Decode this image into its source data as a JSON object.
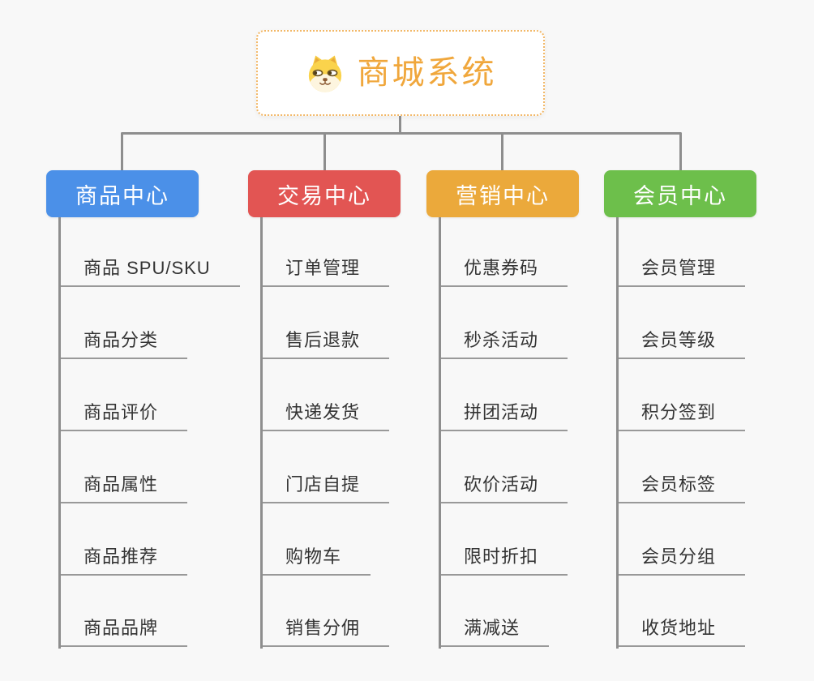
{
  "canvas": {
    "background": "#f8f8f8",
    "connector_color": "#8e8e8e",
    "leaf_underline_color": "#999999",
    "leaf_text_color": "#333333"
  },
  "root": {
    "title": "商城系统",
    "icon": "dog-face-icon",
    "title_color": "#f0a73c",
    "border_color": "#f2b766",
    "background": "#ffffff"
  },
  "branches": [
    {
      "label": "商品中心",
      "color": "#4b90e8",
      "items": [
        "商品 SPU/SKU",
        "商品分类",
        "商品评价",
        "商品属性",
        "商品推荐",
        "商品品牌"
      ]
    },
    {
      "label": "交易中心",
      "color": "#e25553",
      "items": [
        "订单管理",
        "售后退款",
        "快递发货",
        "门店自提",
        "购物车",
        "销售分佣"
      ]
    },
    {
      "label": "营销中心",
      "color": "#eba93b",
      "items": [
        "优惠券码",
        "秒杀活动",
        "拼团活动",
        "砍价活动",
        "限时折扣",
        "满减送"
      ]
    },
    {
      "label": "会员中心",
      "color": "#6dbf4b",
      "items": [
        "会员管理",
        "会员等级",
        "积分签到",
        "会员标签",
        "会员分组",
        "收货地址"
      ]
    }
  ]
}
